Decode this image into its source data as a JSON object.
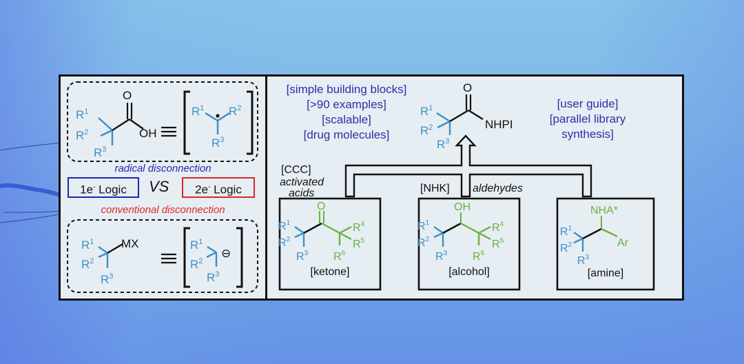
{
  "colors": {
    "panel_bg": "#e6edf3",
    "border": "#111111",
    "substituent_blue": "#3d8fc6",
    "product_green": "#6ab23c",
    "highlight_purple": "#2d2fa8",
    "radical_label": "#2626b0",
    "conventional_label": "#e02828",
    "one_e_box": "#1a2aa8",
    "two_e_box": "#d8282a"
  },
  "left_panel": {
    "radical_scheme": {
      "acid_label_O": "O",
      "acid_label_OH": "OH",
      "r1": "R",
      "r1_sup": "1",
      "r2": "R",
      "r2_sup": "2",
      "r3": "R",
      "r3_sup": "3",
      "equivalence": "≡"
    },
    "radical_disconnection": "radical disconnection",
    "one_e_logic": {
      "prefix": "1e",
      "sup": "-",
      "label": "Logic"
    },
    "vs": "VS",
    "two_e_logic": {
      "prefix": "2e",
      "sup": "-",
      "label": "Logic"
    },
    "conventional_disconnection": "conventional disconnection",
    "conventional_scheme": {
      "mx": "MX",
      "anion": "⊖"
    }
  },
  "right_panel": {
    "features_left": [
      "[simple building blocks]",
      "[>90 examples]",
      "[scalable]",
      "[drug molecules]"
    ],
    "features_right": [
      "[user guide]",
      "[parallel library",
      "synthesis]"
    ],
    "reagent": {
      "O": "O",
      "leaving_group": "NHPI"
    },
    "routes": {
      "ccc_tag": "[CCC]",
      "ccc_partner_line1": "activated",
      "ccc_partner_line2": "acids",
      "nhk_tag": "[NHK]",
      "nhk_partner": "aldehydes"
    },
    "products": [
      {
        "name": "ketone",
        "label": "[ketone]",
        "functional": "O"
      },
      {
        "name": "alcohol",
        "label": "[alcohol]",
        "functional": "OH"
      },
      {
        "name": "amine",
        "label": "[amine]",
        "functional": "NHA*",
        "aryl": "Ar"
      }
    ],
    "substituent_labels": {
      "R": "R",
      "s1": "1",
      "s2": "2",
      "s3": "3",
      "s4": "4",
      "s5": "5",
      "s6": "6"
    }
  }
}
